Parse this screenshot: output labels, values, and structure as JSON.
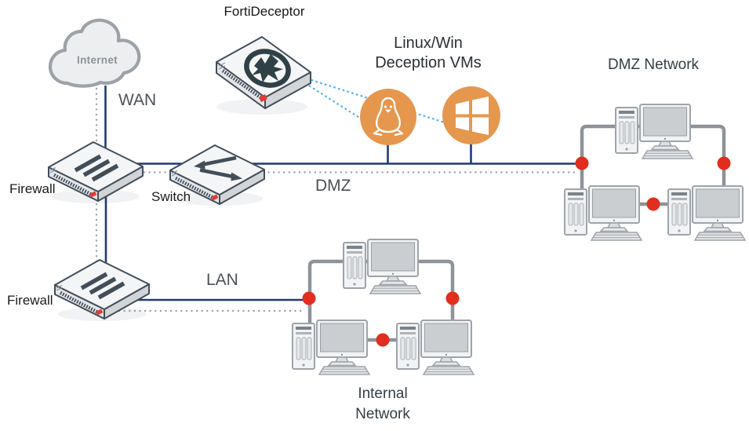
{
  "labels": {
    "fortideceptor": "FortiDeceptor",
    "internet": "Internet",
    "wan": "WAN",
    "dmz": "DMZ",
    "lan": "LAN",
    "firewall_top": "Firewall",
    "switch": "Switch",
    "firewall_bottom": "Firewall",
    "vm_line1": "Linux/Win",
    "vm_line2": "Deception VMs",
    "dmz_network": "DMZ Network",
    "internal_line1": "Internal",
    "internal_line2": "Network"
  },
  "topology": {
    "nodes": [
      "Internet",
      "Firewall",
      "Switch",
      "FortiDeceptor",
      "Linux Deception VM",
      "Windows Deception VM",
      "DMZ Network",
      "Firewall",
      "Internal Network"
    ],
    "links": [
      {
        "from": "Internet",
        "to": "Firewall",
        "label": "WAN",
        "style": "solid-navy + dotted-gray"
      },
      {
        "from": "Firewall",
        "to": "Switch",
        "label": "",
        "style": "solid-navy + dotted-gray"
      },
      {
        "from": "Switch",
        "to": "DMZ Network",
        "label": "DMZ",
        "style": "solid-navy + dotted-gray"
      },
      {
        "from": "Firewall",
        "to": "Firewall",
        "label": "",
        "style": "solid-navy + dotted-gray"
      },
      {
        "from": "Firewall",
        "to": "Internal Network",
        "label": "LAN",
        "style": "solid-navy + dotted-gray"
      },
      {
        "from": "FortiDeceptor",
        "to": "Linux Deception VM",
        "label": "",
        "style": "dotted-cyan"
      },
      {
        "from": "FortiDeceptor",
        "to": "Windows Deception VM",
        "label": "",
        "style": "dotted-cyan"
      },
      {
        "from": "Linux Deception VM",
        "to": "DMZ segment",
        "label": "",
        "style": "solid-navy"
      },
      {
        "from": "Windows Deception VM",
        "to": "DMZ segment",
        "label": "",
        "style": "solid-navy"
      }
    ],
    "workstation_count_dmz": 3,
    "workstation_count_internal": 3
  },
  "icons": [
    "cloud-icon",
    "firewall-slashes-icon",
    "switch-arrows-icon",
    "fortideceptor-logo-icon",
    "linux-tux-icon",
    "windows-logo-icon",
    "workstation-icon",
    "junction-dot-icon"
  ],
  "colors": {
    "line_navy": "#1E3A7B",
    "dotted_gray": "#9CA3AB",
    "dotted_cyan": "#49B4E6",
    "loop_gray": "#8D9399",
    "junction_red": "#E02F1E",
    "vm_orange": "#E6974E",
    "device_outline": "#414E5A",
    "badge_red": "#E23B35",
    "cloud_fill": "#EDEEF0"
  }
}
